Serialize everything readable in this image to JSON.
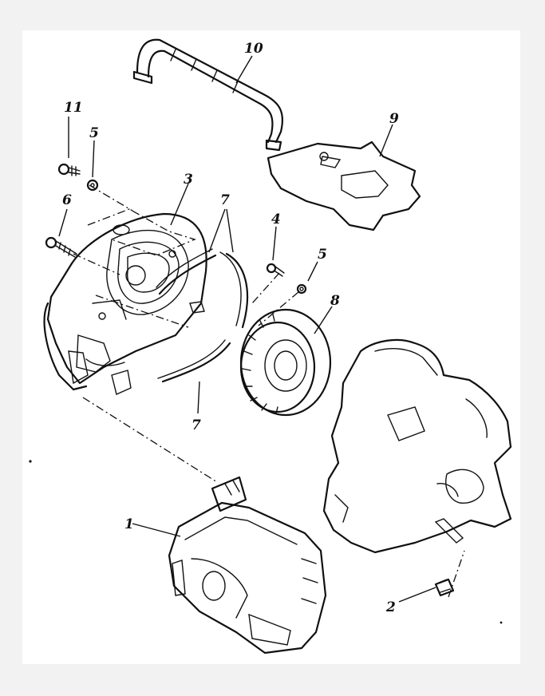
{
  "diagram": {
    "callouts": [
      {
        "id": "p1",
        "text": "1"
      },
      {
        "id": "p2",
        "text": "2"
      },
      {
        "id": "p3",
        "text": "3"
      },
      {
        "id": "p4",
        "text": "4"
      },
      {
        "id": "p5a",
        "text": "5"
      },
      {
        "id": "p5b",
        "text": "5"
      },
      {
        "id": "p6",
        "text": "6"
      },
      {
        "id": "p7a",
        "text": "7"
      },
      {
        "id": "p7b",
        "text": "7"
      },
      {
        "id": "p8",
        "text": "8"
      },
      {
        "id": "p9",
        "text": "9"
      },
      {
        "id": "p10",
        "text": "10"
      },
      {
        "id": "p11",
        "text": "11"
      }
    ]
  }
}
